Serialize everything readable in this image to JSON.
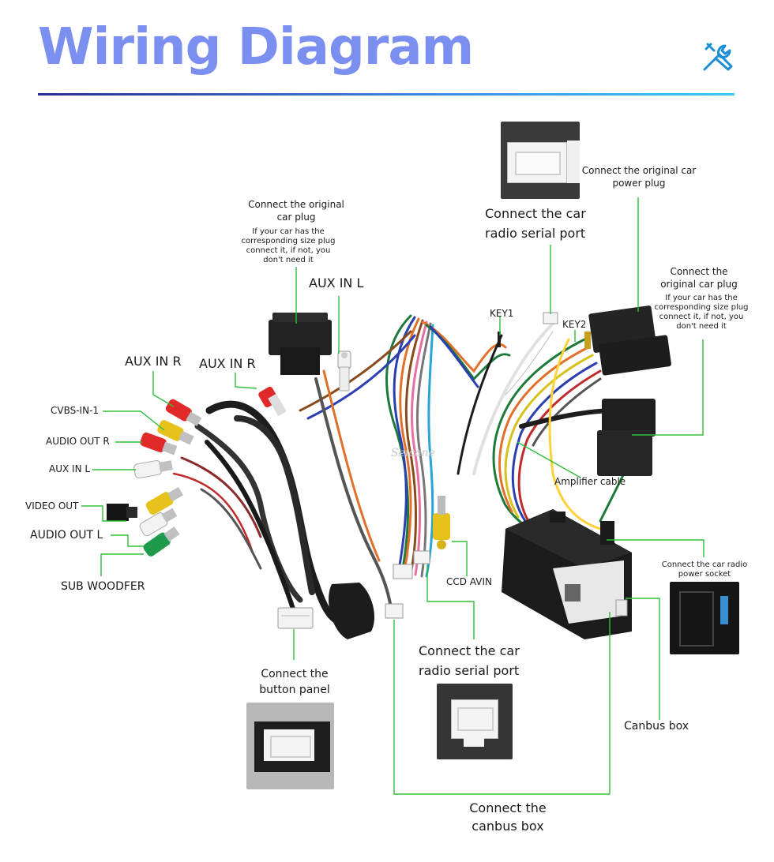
{
  "header": {
    "title": "Wiring Diagram",
    "icon": "tools-icon",
    "rule_colors": [
      "#2a2d8f",
      "#3fc6f2"
    ]
  },
  "colors": {
    "title": "#7a8ff0",
    "leader_line": "#2fbf3a"
  },
  "labels": {
    "connect_original_plug_left": "Connect the original car plug",
    "connect_original_plug_left_note": "If your car has the corresponding size plug connect it, if not, you don't need it",
    "aux_in_l_top": "AUX IN L",
    "aux_in_r_1": "AUX IN R",
    "aux_in_r_2": "AUX IN R",
    "cvbs_in_1": "CVBS-IN-1",
    "audio_out_r": "AUDIO OUT R",
    "aux_in_l": "AUX IN L",
    "video_out": "VIDEO OUT",
    "audio_out_l": "AUDIO OUT L",
    "sub_woofer": "SUB WOODFER",
    "connect_button_panel": "Connect the button panel",
    "connect_serial_port_top": "Connect the car radio  serial port",
    "key1": "KEY1",
    "key2": "KEY2",
    "connect_power_plug": "Connect the original car power plug",
    "connect_original_plug_right": "Connect the original car plug",
    "connect_original_plug_right_note": "If your car has the corresponding size plug connect it, if not, you don't need it",
    "amplifier_cable": "Amplifier cable",
    "ccd_avin": "CCD AVIN",
    "connect_serial_port_bottom": "Connect the car radio  serial port",
    "connect_power_socket": "Connect the car radio power socket",
    "canbus_box": "Canbus box",
    "connect_canbus_box": "Connect the canbus box",
    "watermark": "Seicane"
  }
}
